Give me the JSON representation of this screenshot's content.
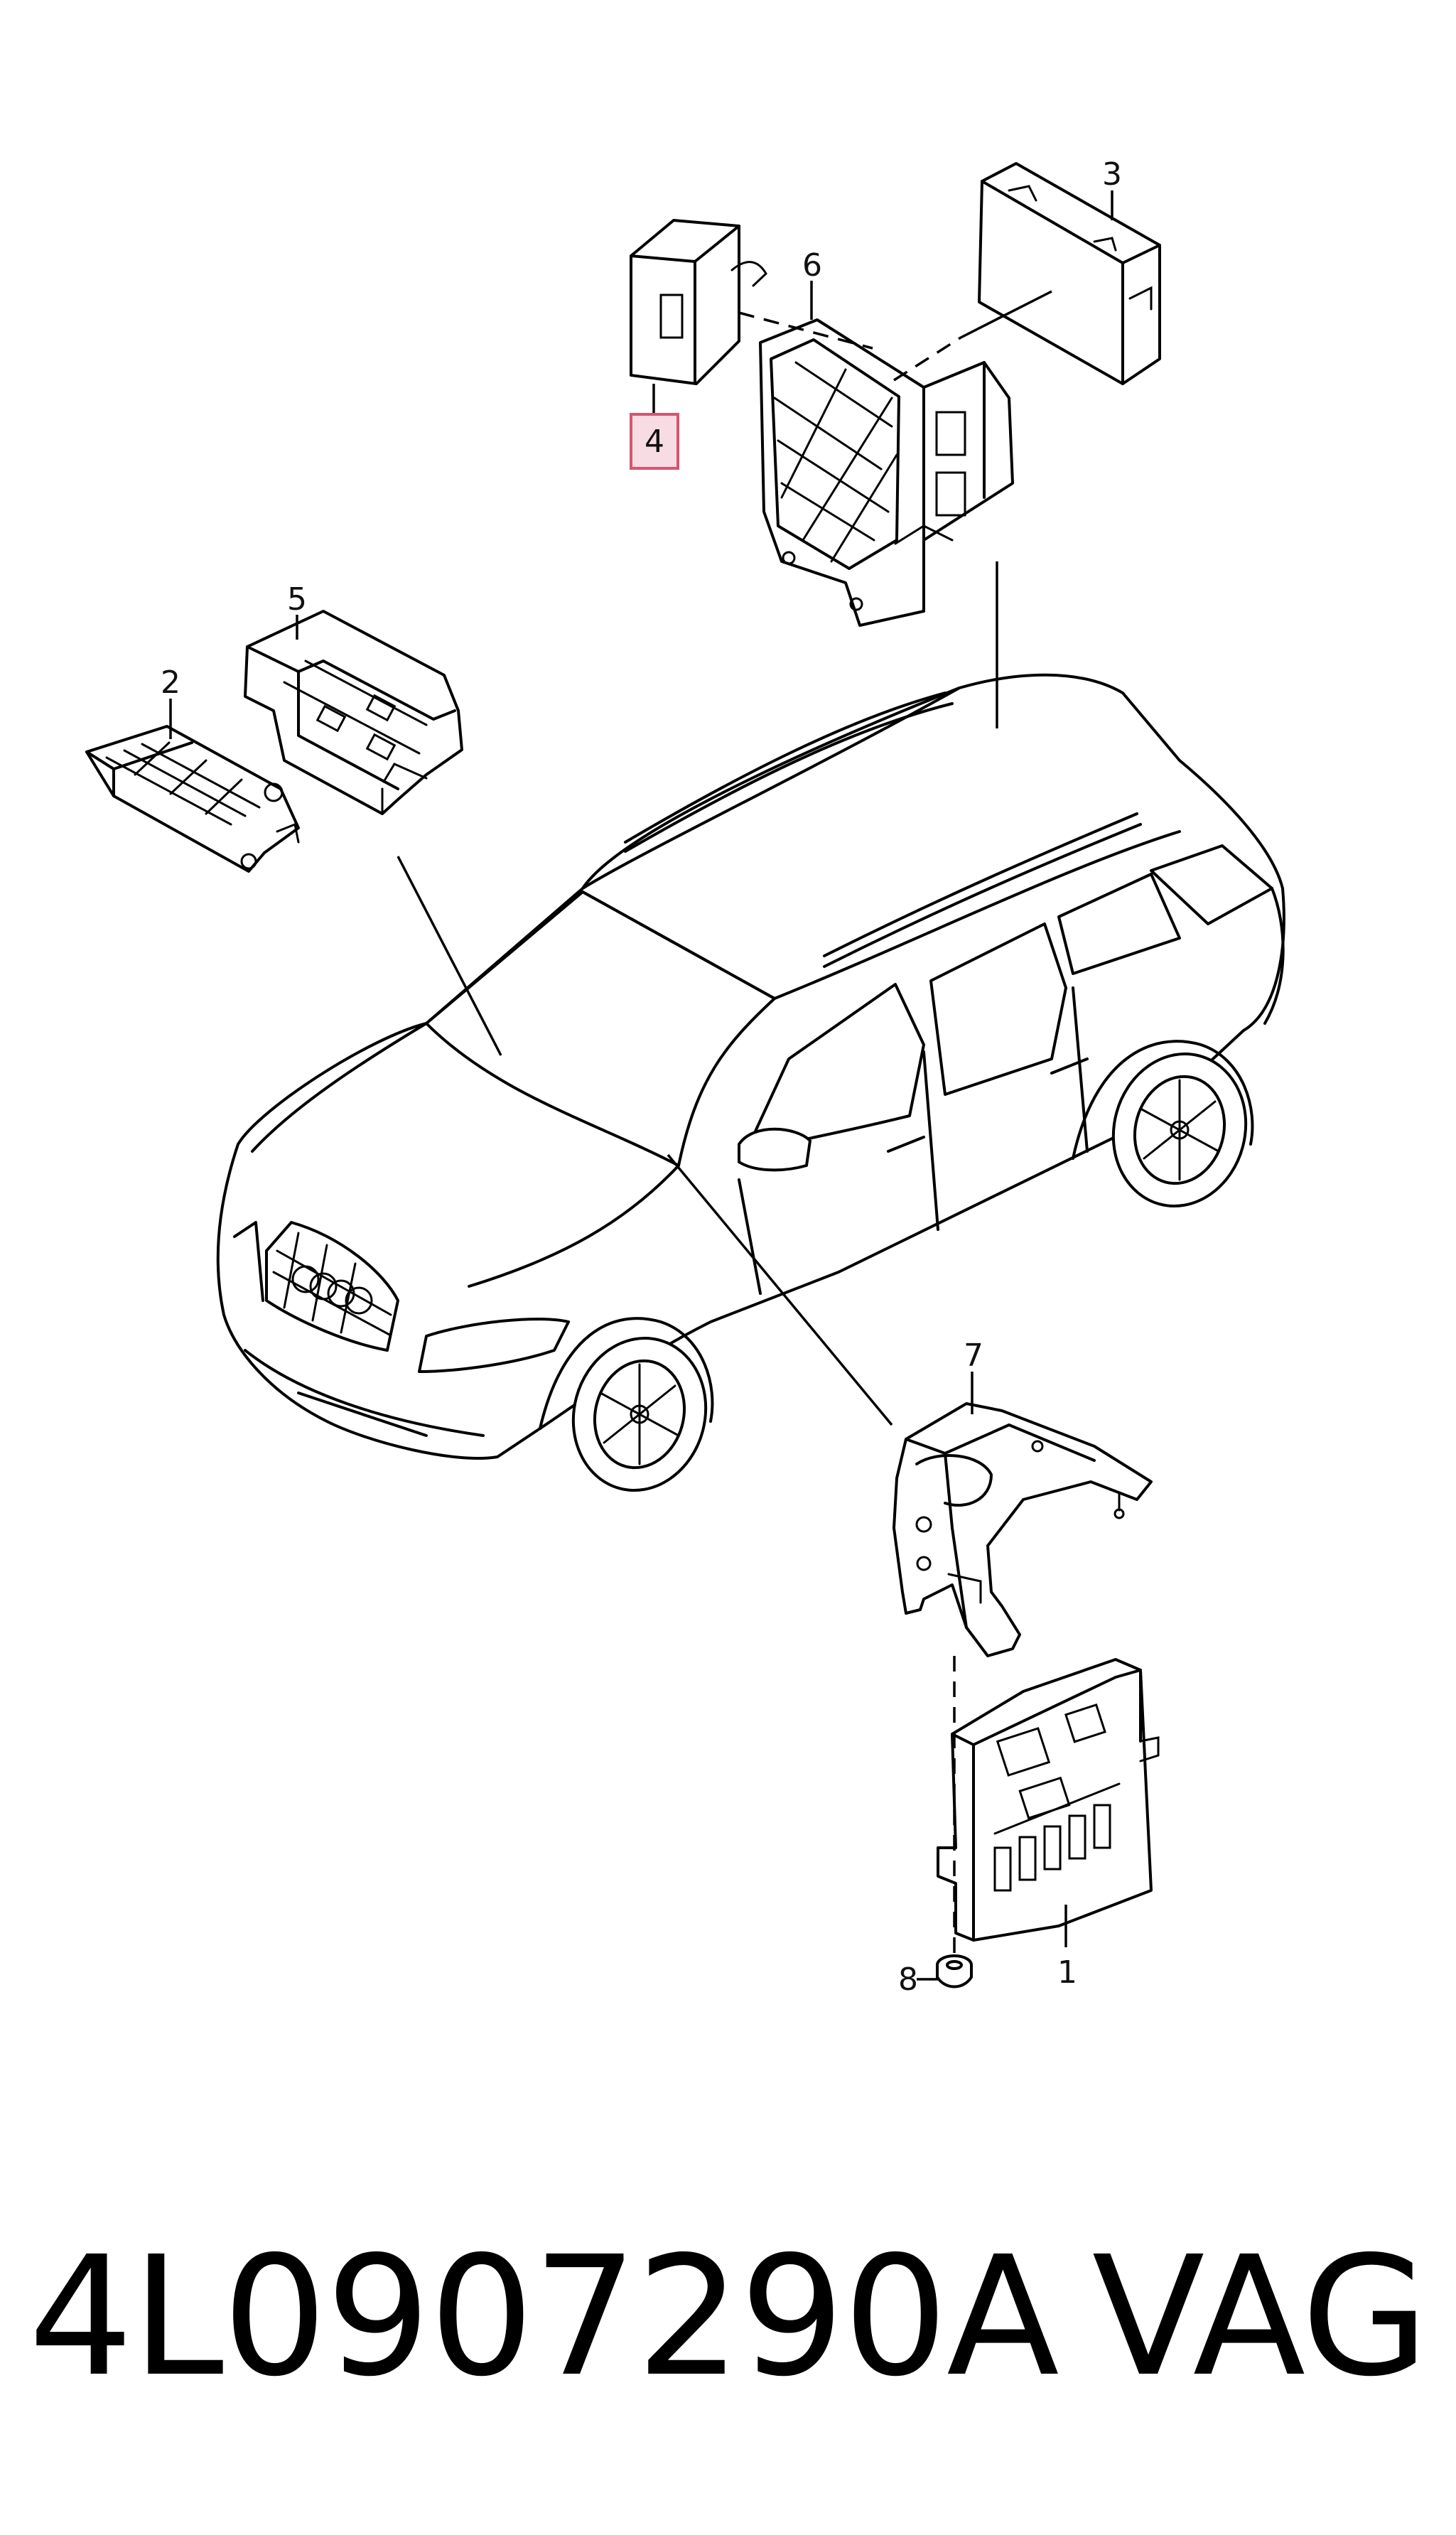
{
  "callouts": [
    "1",
    "2",
    "3",
    "4",
    "5",
    "6",
    "7",
    "8"
  ],
  "highlighted_callout": "4",
  "highlight_color": "#d6566f",
  "part_number": "4L0907290A",
  "brand": "VAG"
}
